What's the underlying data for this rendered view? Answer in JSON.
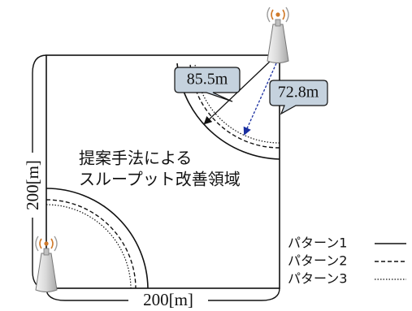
{
  "diagram": {
    "region_label_line1": "提案手法による",
    "region_label_line2": "スループット改善領域",
    "width_label": "200[m]",
    "height_label": "200[m]",
    "distance_label_1": "85.5m",
    "distance_label_2": "72.8m",
    "legend": {
      "pattern1": "パターン1",
      "pattern2": "パターン2",
      "pattern3": "パターン3"
    },
    "colors": {
      "callout_fill": "#c5d2de",
      "arrow_blue": "#1a2fa0",
      "line": "#111111",
      "tower_body": "#dcdcdc",
      "signal_orange": "#d07a2a"
    },
    "icons": [
      "antenna-tower-icon",
      "antenna-tower-icon"
    ]
  }
}
